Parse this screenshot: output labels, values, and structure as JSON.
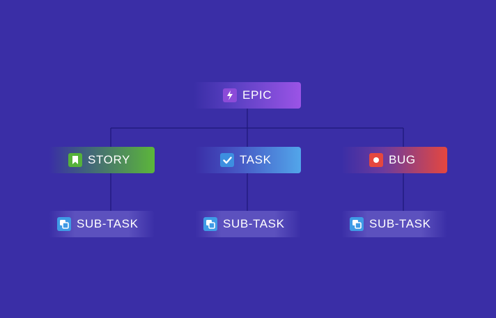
{
  "diagram": {
    "root": {
      "label": "EPIC",
      "icon": "lightning-icon",
      "color": "#9b54e6"
    },
    "children": [
      {
        "label": "STORY",
        "icon": "bookmark-icon",
        "color": "#5cb63a",
        "child": {
          "label": "SUB-TASK",
          "icon": "subtask-icon"
        }
      },
      {
        "label": "TASK",
        "icon": "checkmark-icon",
        "color": "#52a6ea",
        "child": {
          "label": "SUB-TASK",
          "icon": "subtask-icon"
        }
      },
      {
        "label": "BUG",
        "icon": "bug-dot-icon",
        "color": "#e5473f",
        "child": {
          "label": "SUB-TASK",
          "icon": "subtask-icon"
        }
      }
    ],
    "background": "#3a2ea6",
    "connector_color": "#1e1878"
  }
}
